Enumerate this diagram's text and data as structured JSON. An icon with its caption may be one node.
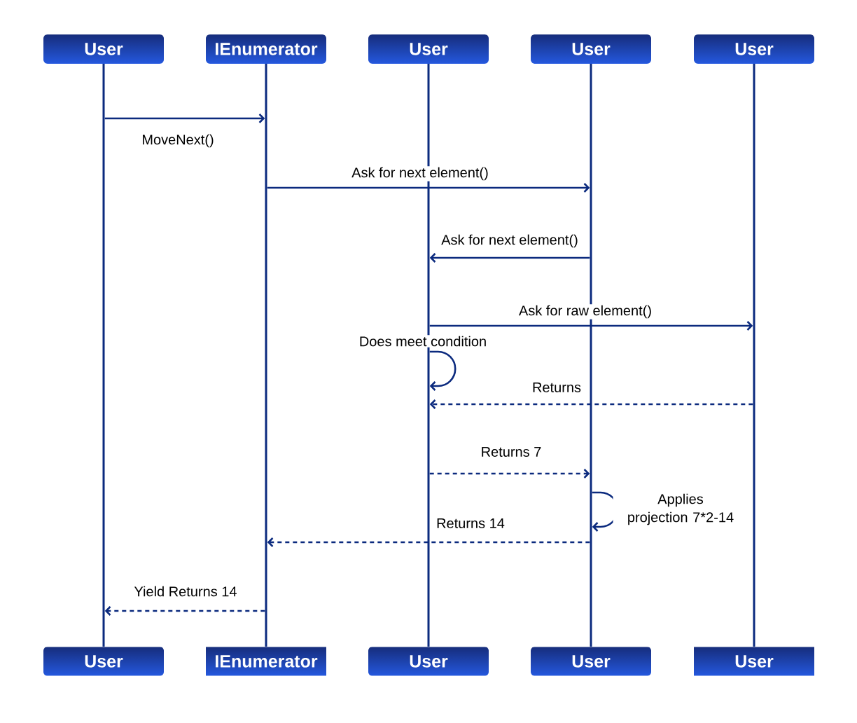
{
  "diagram": {
    "nodes": [
      {
        "text": [
          "User"
        ]
      },
      {
        "text": [
          "IEnumerator"
        ]
      },
      {
        "text": [
          "User"
        ]
      },
      {
        "text": [
          "User"
        ]
      },
      {
        "text": [
          "User"
        ]
      },
      {
        "text": [],
        "shape": "bar"
      },
      {
        "text": [],
        "shape": "bar"
      },
      {
        "text": [],
        "shape": "bar"
      },
      {
        "text": [],
        "shape": "bar"
      },
      {
        "text": [],
        "shape": "bar"
      },
      {
        "text": [
          "User"
        ]
      },
      {
        "text": [
          "IEnumerator"
        ]
      },
      {
        "text": [
          "User"
        ]
      },
      {
        "text": [
          "User"
        ]
      },
      {
        "text": [
          "User"
        ]
      }
    ],
    "edges": [
      {
        "from": 5,
        "to": 6,
        "arrow": "to",
        "label": "MoveNext()"
      },
      {
        "from": 6,
        "to": 8,
        "arrow": "to",
        "label": "Ask for next element()"
      },
      {
        "from": 8,
        "to": 7,
        "arrow": "to",
        "label": "Ask for next element()"
      },
      {
        "from": 7,
        "to": 9,
        "arrow": "to",
        "label": "Ask for raw element()"
      },
      {
        "from": 7,
        "to": 7,
        "arrow": "to",
        "label": "Does meet condition"
      },
      {
        "from": 9,
        "to": 7,
        "arrow": "to",
        "label": "Returns",
        "style": "dashed"
      },
      {
        "from": 7,
        "to": 8,
        "arrow": "to",
        "label": "Returns 7",
        "style": "dashed"
      },
      {
        "from": 8,
        "to": 8,
        "arrow": "to",
        "label": "Applies projection 7*2-14"
      },
      {
        "from": 8,
        "to": 6,
        "arrow": "to",
        "label": "Returns 14",
        "style": "dashed"
      },
      {
        "from": 6,
        "to": 5,
        "arrow": "to",
        "label": "Yield Returns 14",
        "style": "dashed"
      }
    ]
  }
}
